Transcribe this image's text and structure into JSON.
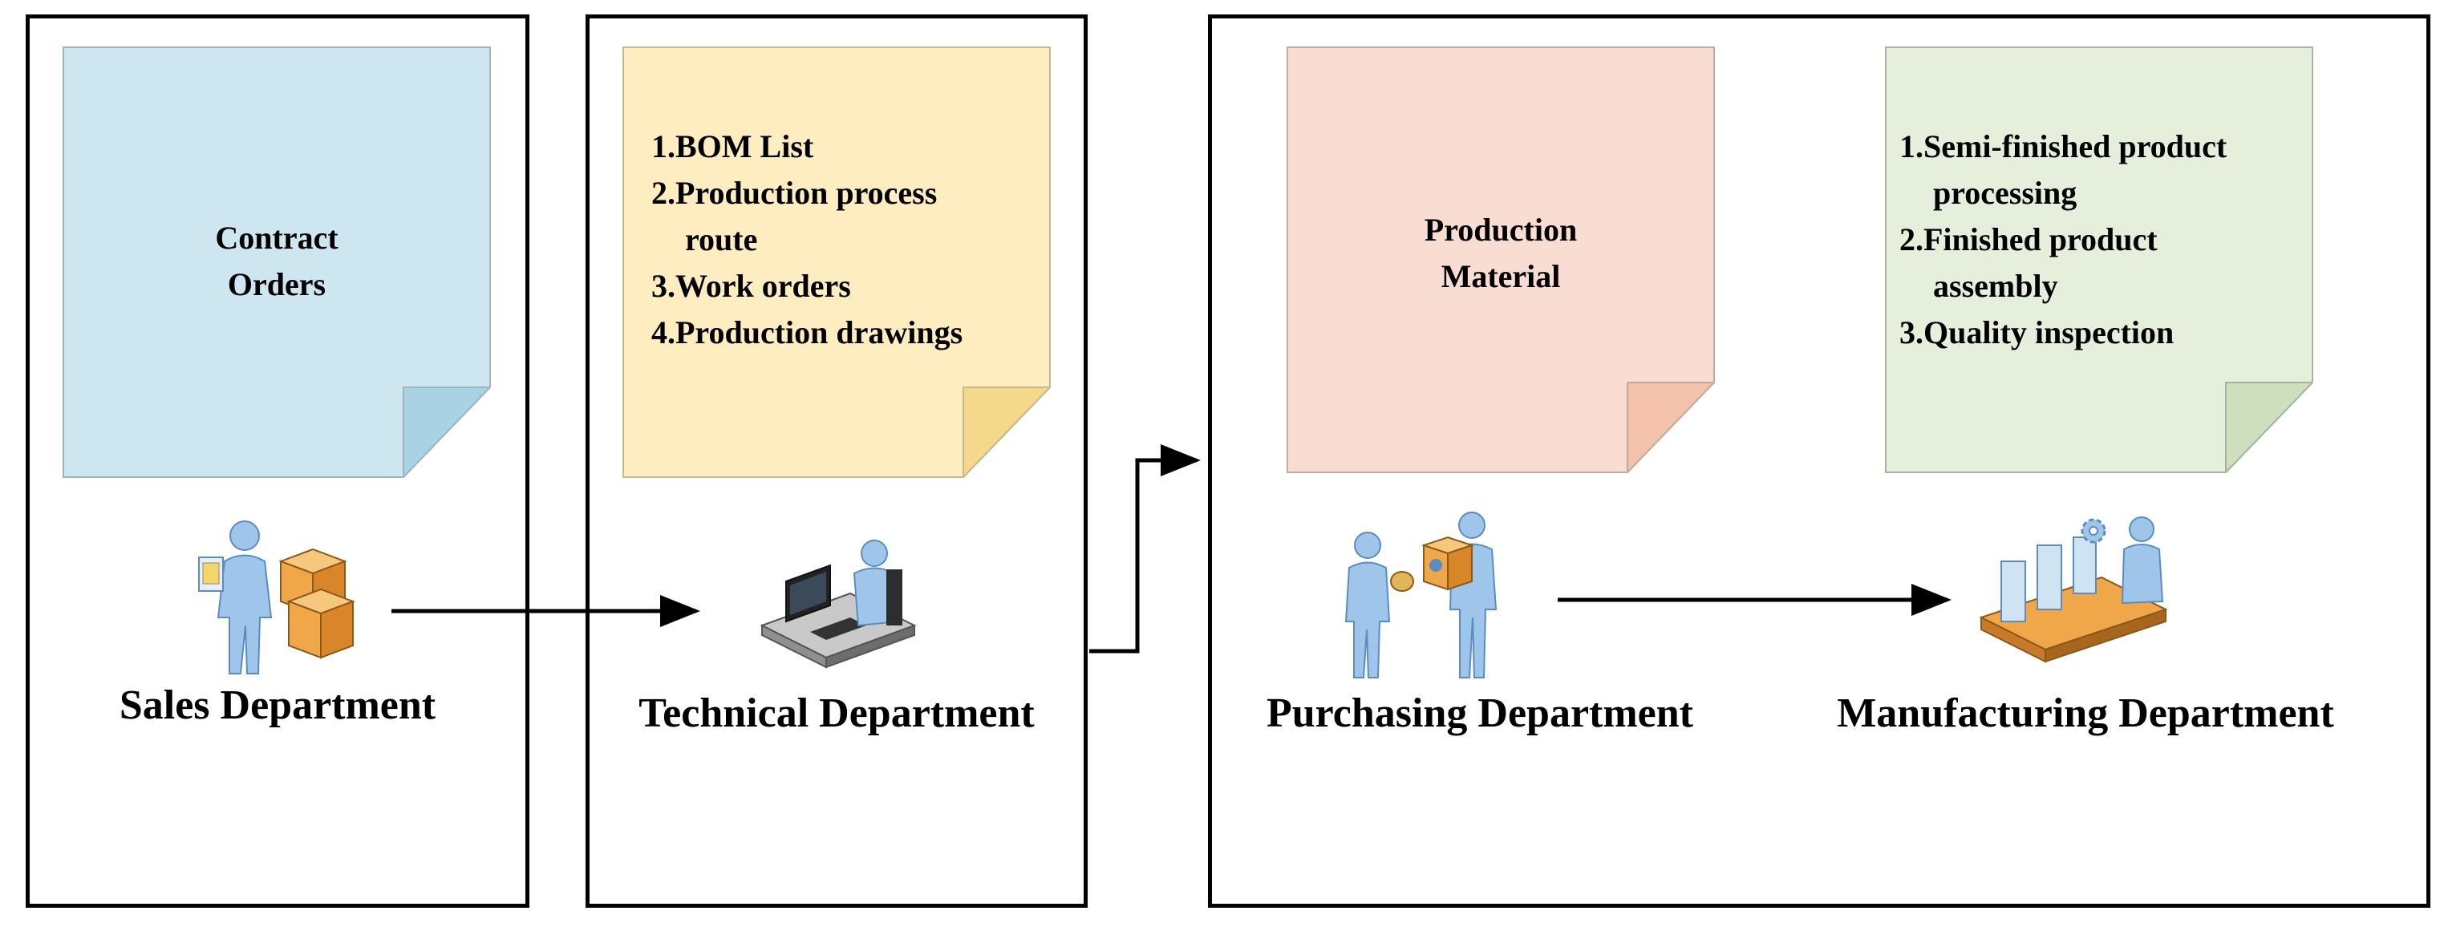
{
  "colors": {
    "blue_note": "#cde6ef",
    "blue_fold": "#a9d2e4",
    "blue_edge": "#9fb3bd",
    "yellow_note": "#fdedc0",
    "yellow_fold": "#f5d98a",
    "yellow_edge": "#c4b88f",
    "pink_note": "#f9ddd2",
    "pink_fold": "#f4c1ab",
    "pink_edge": "#c4a99e",
    "green_note": "#e6efdc",
    "green_fold": "#cddfbd",
    "green_edge": "#a7b39c",
    "figure_body": "#9fc6ea",
    "figure_shade": "#5a8cc0",
    "box_orange": "#f0a74a"
  },
  "sales": {
    "note_lines": [
      "Contract",
      "Orders"
    ],
    "department": "Sales Department",
    "icon": "salesperson-with-boxes-icon"
  },
  "technical": {
    "note_lines": [
      "1.BOM List",
      "2.Production process",
      "route",
      "3.Work orders",
      "4.Production drawings"
    ],
    "department": "Technical Department",
    "icon": "engineer-at-computer-icon"
  },
  "purchasing": {
    "note_lines": [
      "Production",
      "Material"
    ],
    "department": "Purchasing Department",
    "icon": "buyer-exchanging-goods-icon"
  },
  "manufacturing": {
    "note_lines": [
      "1.Semi-finished product",
      "processing",
      "2.Finished product",
      "assembly",
      "3.Quality inspection"
    ],
    "department": "Manufacturing Department",
    "icon": "production-line-worker-icon"
  }
}
